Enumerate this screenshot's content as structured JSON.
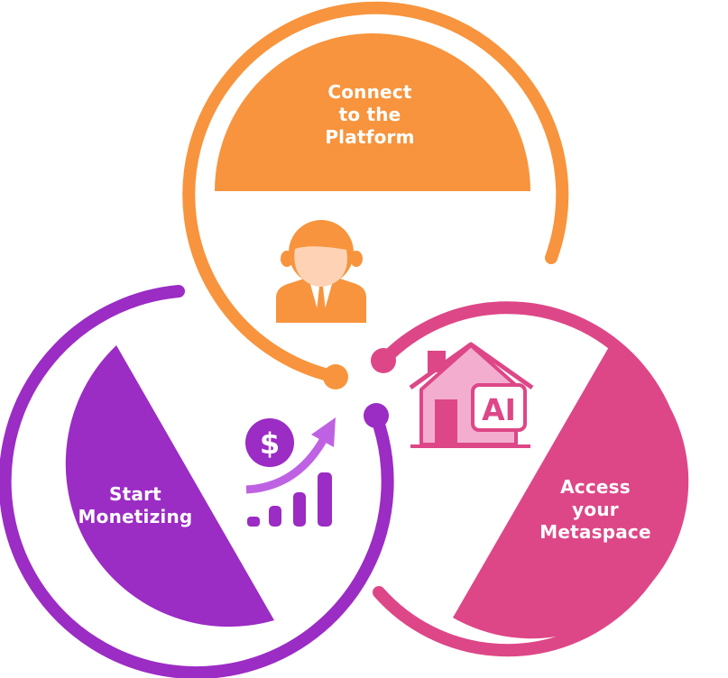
{
  "diagram": {
    "title": "",
    "steps": [
      {
        "id": "connect",
        "lines": [
          "Connect",
          "to the",
          "Platform"
        ],
        "color": "#F7943D",
        "icon": "businessman-icon"
      },
      {
        "id": "metaspace",
        "lines": [
          "Access",
          "your",
          "Metaspace"
        ],
        "color": "#DD4787",
        "icon": "ai-house-icon",
        "icon_text": "AI"
      },
      {
        "id": "monetize",
        "lines": [
          "Start",
          "Monetizing"
        ],
        "color": "#9B2CC4",
        "icon": "revenue-growth-icon",
        "icon_symbol": "$"
      }
    ],
    "colors": {
      "orange": "#F7943D",
      "orange_skin": "#FED3B5",
      "pink": "#DD4787",
      "pink_light": "#F3AECF",
      "purple": "#9B2CC4",
      "purple_light": "#BE62E3",
      "background": "#FFFFFF"
    }
  }
}
